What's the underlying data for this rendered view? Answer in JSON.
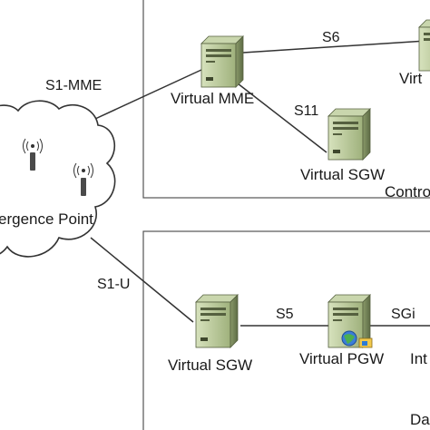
{
  "diagram": {
    "colors": {
      "server_body": "#b8c79a",
      "server_dark": "#6f7f54",
      "line": "#333333",
      "box_border": "#555555"
    },
    "nodes": {
      "virtual_mme": "Virtual MME",
      "virtual_sgw_control": "Virtual SGW",
      "virtual_top_right": "Virt",
      "virtual_sgw_data": "Virtual SGW",
      "virtual_pgw": "Virtual PGW",
      "internet_partial": "Int"
    },
    "links": {
      "s1_mme": "S1-MME",
      "s6": "S6",
      "s11": "S11",
      "s1_u": "S1-U",
      "s5": "S5",
      "sgi": "SGi"
    },
    "regions": {
      "convergence_point": "ergence Point",
      "control_plane": "Contro",
      "data_plane": "Da"
    },
    "icons": [
      "server-icon",
      "antenna-icon",
      "cloud-icon",
      "globe-icon"
    ]
  }
}
